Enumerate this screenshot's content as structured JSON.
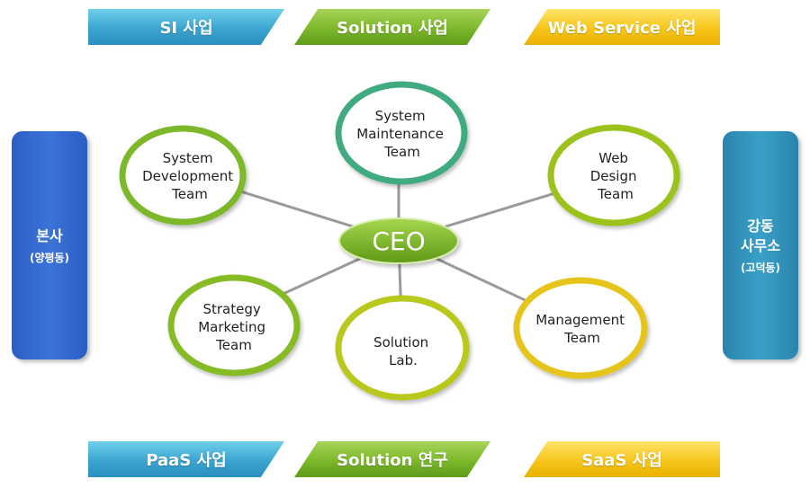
{
  "top_banners": [
    {
      "label": "SI 사업"
    },
    {
      "label": "Solution 사업"
    },
    {
      "label": "Web Service 사업"
    }
  ],
  "bottom_banners": [
    {
      "label": "PaaS 사업"
    },
    {
      "label": "Solution 연구"
    },
    {
      "label": "SaaS 사업"
    }
  ],
  "left_office": {
    "name": "본사",
    "location": "(양평동)"
  },
  "right_office": {
    "name_line1": "강동",
    "name_line2": "사무소",
    "location": "(고덕동)"
  },
  "center": {
    "label": "CEO"
  },
  "teams": [
    {
      "lines": [
        "System",
        "Development",
        "Team"
      ],
      "ring": "green"
    },
    {
      "lines": [
        "System",
        "Maintenance",
        "Team"
      ],
      "ring": "teal"
    },
    {
      "lines": [
        "Web",
        "Design",
        "Team"
      ],
      "ring": "lime"
    },
    {
      "lines": [
        "Strategy",
        "Marketing",
        "Team"
      ],
      "ring": "green"
    },
    {
      "lines": [
        "Solution",
        "Lab."
      ],
      "ring": "yellow"
    },
    {
      "lines": [
        "Management",
        "Team"
      ],
      "ring": "yellow"
    }
  ],
  "colors": {
    "blue": "#3aa4d0",
    "green": "#7cb82a",
    "yellow": "#f6c51a",
    "ceo": "#7cb82a",
    "connector": "#9a9a9a"
  }
}
